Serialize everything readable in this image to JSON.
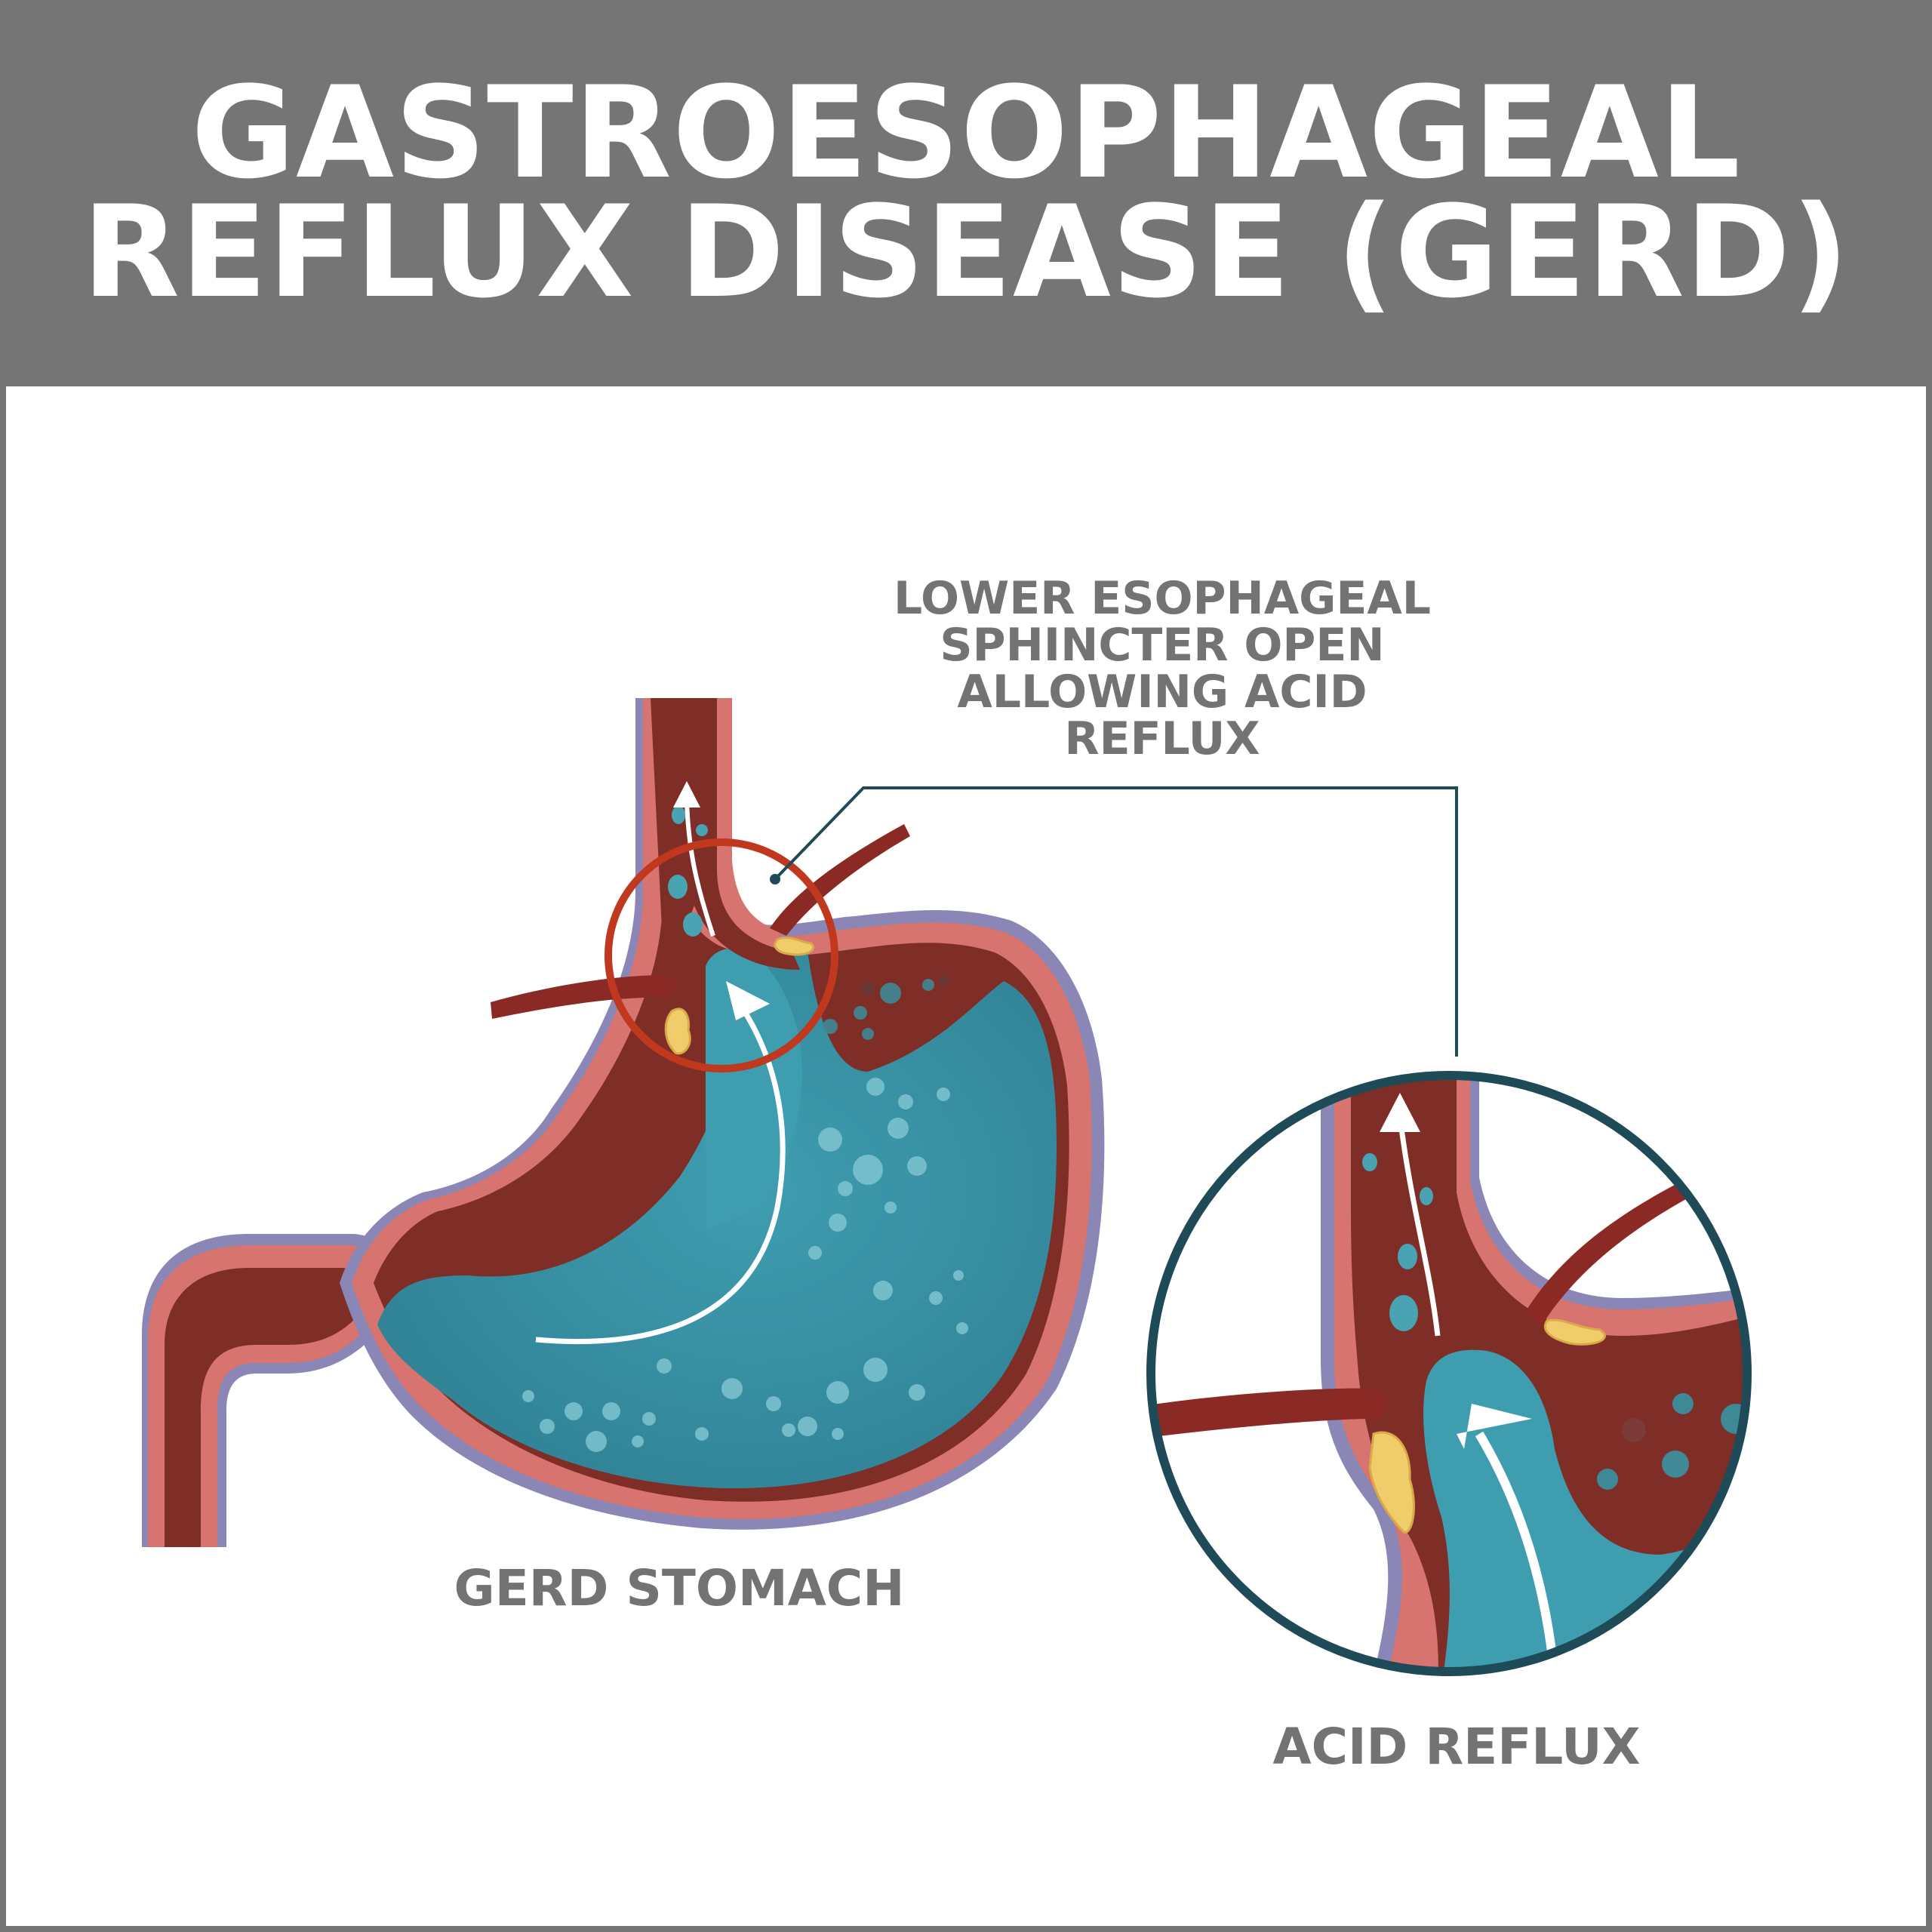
{
  "title": {
    "line1": "GASTROESOPHAGEAL",
    "line2": "REFLUX DISEASE (GERD)"
  },
  "labels": {
    "sphincter_line1": "LOWER ESOPHAGEAL",
    "sphincter_line2": "SPHINCTER OPEN",
    "sphincter_line3": "ALLOWING ACID",
    "sphincter_line4": "REFLUX",
    "stomach": "GERD STOMACH",
    "detail": "ACID REFLUX"
  },
  "colors": {
    "header_bg": "#757575",
    "wall_outer": "#8a86b5",
    "wall_mid": "#d87470",
    "lumen": "#7f2e27",
    "acid": "#4aa3b2",
    "highlight_ring": "#c0391f",
    "detail_ring": "#1f4a57",
    "muscle": "#8b2a24",
    "fat": "#f0cc6a"
  }
}
